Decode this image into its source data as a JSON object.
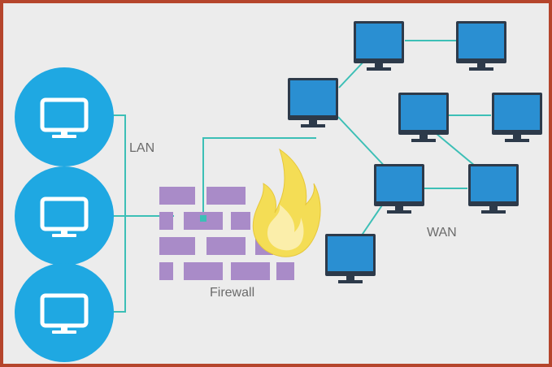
{
  "labels": {
    "lan": "LAN",
    "wan": "WAN",
    "firewall": "Firewall"
  },
  "icons": {
    "lan_client": "monitor-icon",
    "wan_node": "monitor-icon",
    "firewall": "brick-wall-icon",
    "flame": "flame-icon"
  },
  "colors": {
    "frame_border": "#b5452c",
    "background": "#ececec",
    "lan_circle": "#1fa8e2",
    "monitor_screen": "#2a8fd2",
    "monitor_bezel": "#2d3a4a",
    "link_line": "#3cbfb6",
    "firewall_brick": "#a98bc8",
    "flame_outer": "#f4dd55",
    "flame_inner": "#fbeeaa"
  },
  "nodes": {
    "lan": [
      "lan-computer-1",
      "lan-computer-2",
      "lan-computer-3"
    ],
    "wan": [
      "wan-computer-1",
      "wan-computer-2",
      "wan-computer-3",
      "wan-computer-4",
      "wan-computer-5",
      "wan-computer-6",
      "wan-computer-7",
      "wan-computer-8"
    ]
  },
  "connections": [
    [
      "lan-computer-1",
      "firewall"
    ],
    [
      "lan-computer-2",
      "firewall"
    ],
    [
      "lan-computer-3",
      "firewall"
    ],
    [
      "firewall",
      "wan-computer-1"
    ],
    [
      "wan-computer-1",
      "wan-computer-2"
    ],
    [
      "wan-computer-2",
      "wan-computer-3"
    ],
    [
      "wan-computer-1",
      "wan-computer-4"
    ],
    [
      "wan-computer-5",
      "wan-computer-6"
    ],
    [
      "wan-computer-5",
      "wan-computer-7"
    ],
    [
      "wan-computer-4",
      "wan-computer-7"
    ],
    [
      "wan-computer-4",
      "wan-computer-8"
    ]
  ]
}
